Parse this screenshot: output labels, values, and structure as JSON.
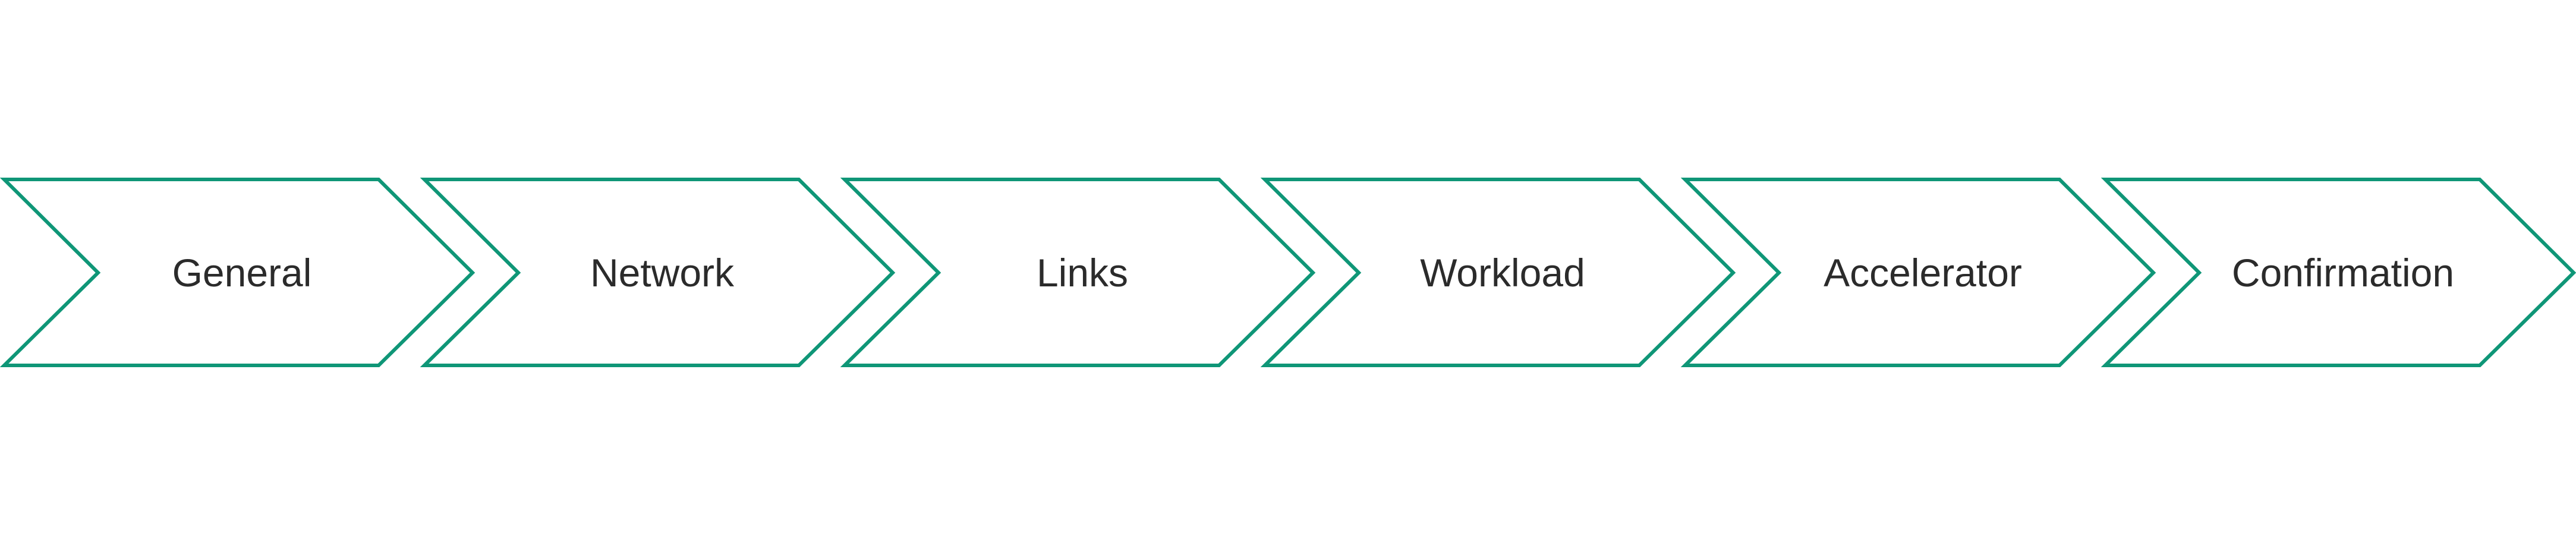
{
  "colors": {
    "outline": "#0f9677",
    "text": "#2b2b2b",
    "background": "#ffffff"
  },
  "steps": [
    {
      "label": "General"
    },
    {
      "label": "Network"
    },
    {
      "label": "Links"
    },
    {
      "label": "Workload"
    },
    {
      "label": "Accelerator"
    },
    {
      "label": "Confirmation"
    }
  ]
}
